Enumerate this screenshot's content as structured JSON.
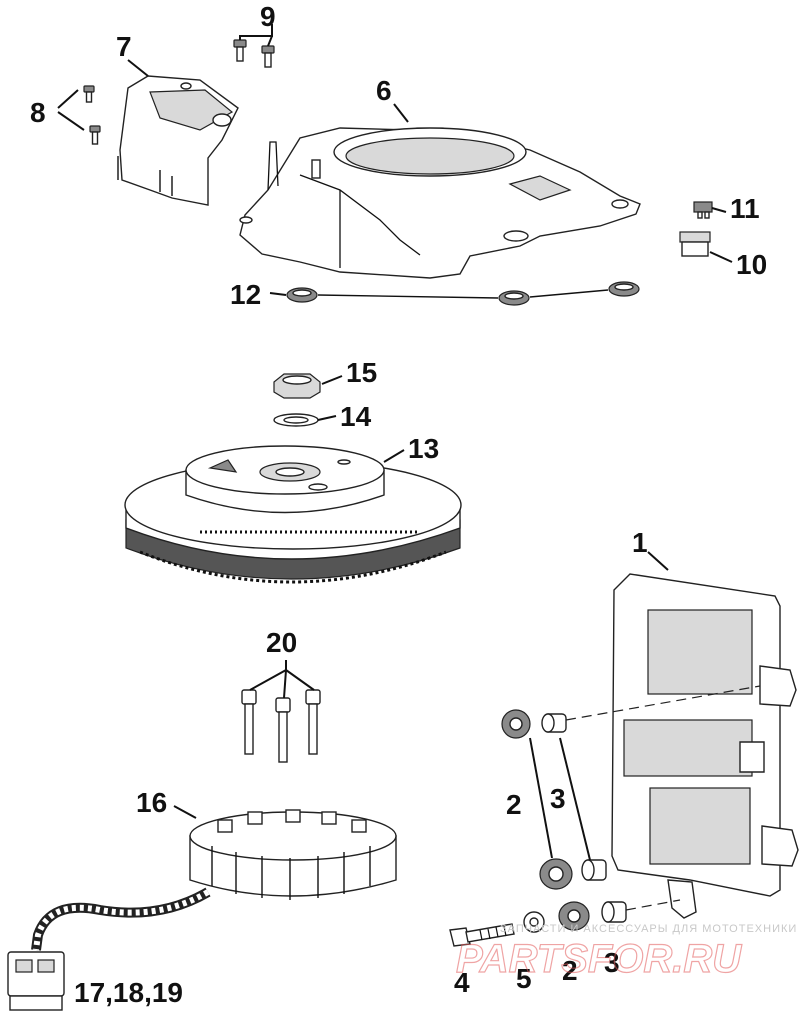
{
  "callouts": {
    "c1": "1",
    "c2a": "2",
    "c2b": "2",
    "c3a": "3",
    "c3b": "3",
    "c4": "4",
    "c5": "5",
    "c6": "6",
    "c7": "7",
    "c8": "8",
    "c9": "9",
    "c10": "10",
    "c11": "11",
    "c12": "12",
    "c13": "13",
    "c14": "14",
    "c15": "15",
    "c16": "16",
    "c17": "17,18,19",
    "c20": "20"
  },
  "watermark": {
    "text": "ЗАПЧАСТИ И АКСЕССУАРЫ ДЛЯ МОТОТЕХНИКИ",
    "logo": "PARTSFOR.RU"
  }
}
